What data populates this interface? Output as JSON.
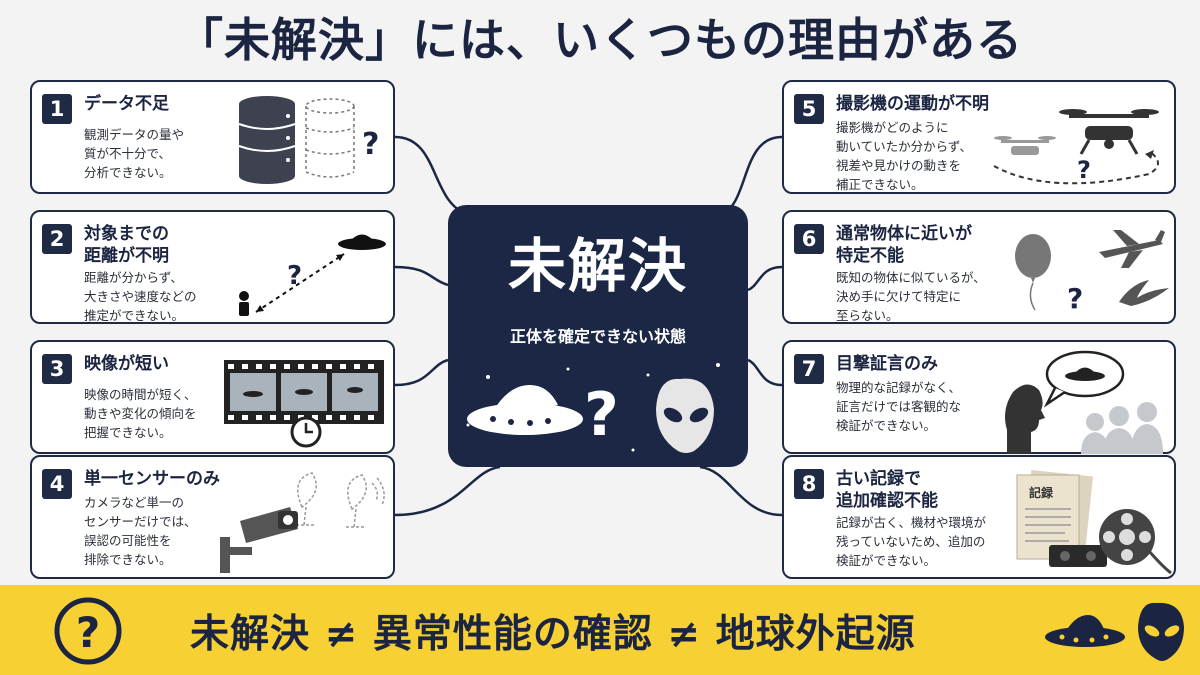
{
  "title": "「未解決」には、いくつもの理由がある",
  "center": {
    "title": "未解決",
    "subtitle": "正体を確定できない状態"
  },
  "cards": [
    {
      "num": "1",
      "title": "データ不足",
      "desc": "観測データの量や\n質が不十分で、\n分析できない。"
    },
    {
      "num": "2",
      "title": "対象までの\n距離が不明",
      "desc": "距離が分からず、\n大きさや速度などの\n推定ができない。"
    },
    {
      "num": "3",
      "title": "映像が短い",
      "desc": "映像の時間が短く、\n動きや変化の傾向を\n把握できない。"
    },
    {
      "num": "4",
      "title": "単一センサーのみ",
      "desc": "カメラなど単一の\nセンサーだけでは、\n誤認の可能性を\n排除できない。"
    },
    {
      "num": "5",
      "title": "撮影機の運動が不明",
      "desc": "撮影機がどのように\n動いていたか分からず、\n視差や見かけの動きを\n補正できない。"
    },
    {
      "num": "6",
      "title": "通常物体に近いが\n特定不能",
      "desc": "既知の物体に似ているが、\n決め手に欠けて特定に\n至らない。"
    },
    {
      "num": "7",
      "title": "目撃証言のみ",
      "desc": "物理的な記録がなく、\n証言だけでは客観的な\n検証ができない。"
    },
    {
      "num": "8",
      "title": "古い記録で\n追加確認不能",
      "desc": "記録が古く、機材や環境が\n残っていないため、追加の\n検証ができない。"
    }
  ],
  "illustrations": {
    "record_label": "記録"
  },
  "banner": {
    "text": "未解決 ≠ 異常性能の確認 ≠ 地球外起源"
  },
  "colors": {
    "navy": "#1b2745",
    "banner_yellow": "#f7d033",
    "background": "#f3f3f3"
  }
}
